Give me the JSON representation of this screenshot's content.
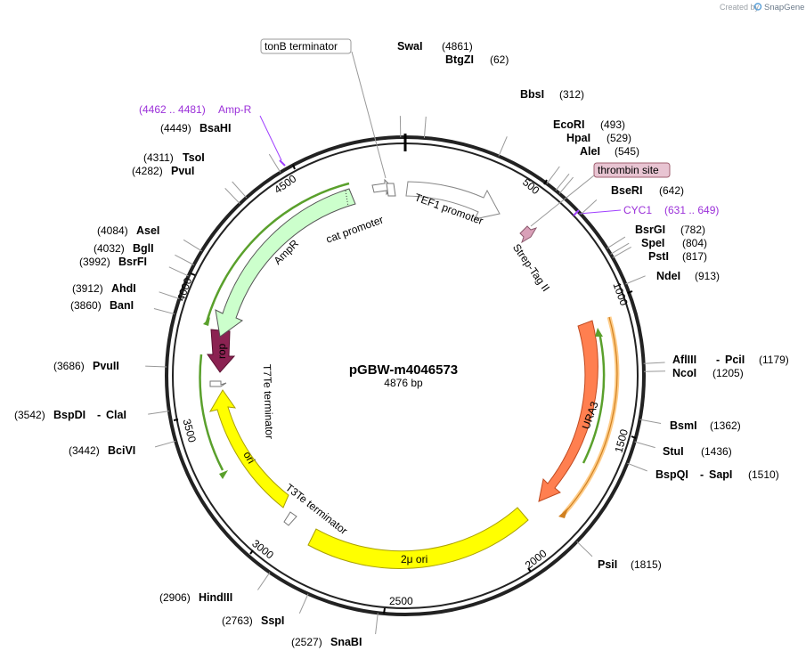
{
  "credit": {
    "prefix": "Created by",
    "brand": "SnapGene"
  },
  "plasmid": {
    "name": "pGBW-m4046573",
    "length_label": "4876 bp",
    "length_bp": 4876
  },
  "colors": {
    "backbone": "#222222",
    "yellow": "#ffff00",
    "orange": "#ff7f50",
    "light_green": "#ccffcc",
    "magenta": "#8b2252",
    "pink": "#d9a0b8",
    "primer": "#a040ff",
    "green_strand": "#5aa02c"
  },
  "scale": [
    {
      "bp": 500,
      "label": "500"
    },
    {
      "bp": 1000,
      "label": "1000"
    },
    {
      "bp": 1500,
      "label": "1500"
    },
    {
      "bp": 2000,
      "label": "2000"
    },
    {
      "bp": 2500,
      "label": "2500"
    },
    {
      "bp": 3000,
      "label": "3000"
    },
    {
      "bp": 3500,
      "label": "3500"
    },
    {
      "bp": 4000,
      "label": "4000"
    },
    {
      "bp": 4500,
      "label": "4500"
    }
  ],
  "sites": [
    {
      "name": "SwaI",
      "pos": "(4861)",
      "bp": 4861
    },
    {
      "name": "BtgZI",
      "pos": "(62)",
      "bp": 62
    },
    {
      "name": "BbsI",
      "pos": "(312)",
      "bp": 312
    },
    {
      "name": "EcoRI",
      "pos": "(493)",
      "bp": 493
    },
    {
      "name": "HpaI",
      "pos": "(529)",
      "bp": 529
    },
    {
      "name": "AleI",
      "pos": "(545)",
      "bp": 545
    },
    {
      "name": "BseRI",
      "pos": "(642)",
      "bp": 642
    },
    {
      "name": "BsrGI",
      "pos": "(782)",
      "bp": 782
    },
    {
      "name": "SpeI",
      "pos": "(804)",
      "bp": 804
    },
    {
      "name": "PstI",
      "pos": "(817)",
      "bp": 817
    },
    {
      "name": "NdeI",
      "pos": "(913)",
      "bp": 913
    },
    {
      "name": "AflIII",
      "name2": "PciI",
      "pos": "(1179)",
      "bp": 1179
    },
    {
      "name": "NcoI",
      "pos": "(1205)",
      "bp": 1205
    },
    {
      "name": "BsmI",
      "pos": "(1362)",
      "bp": 1362
    },
    {
      "name": "StuI",
      "pos": "(1436)",
      "bp": 1436
    },
    {
      "name": "BspQI",
      "name2": "SapI",
      "pos": "(1510)",
      "bp": 1510
    },
    {
      "name": "PsiI",
      "pos": "(1815)",
      "bp": 1815
    },
    {
      "name": "SnaBI",
      "pos": "(2527)",
      "bp": 2527
    },
    {
      "name": "SspI",
      "pos": "(2763)",
      "bp": 2763
    },
    {
      "name": "HindIII",
      "pos": "(2906)",
      "bp": 2906
    },
    {
      "name": "BciVI",
      "pos": "(3442)",
      "bp": 3442
    },
    {
      "name": "BspDI",
      "name2": "ClaI",
      "pos": "(3542)",
      "bp": 3542
    },
    {
      "name": "PvuII",
      "pos": "(3686)",
      "bp": 3686
    },
    {
      "name": "BanI",
      "pos": "(3860)",
      "bp": 3860
    },
    {
      "name": "AhdI",
      "pos": "(3912)",
      "bp": 3912
    },
    {
      "name": "BsrFI",
      "pos": "(3992)",
      "bp": 3992
    },
    {
      "name": "BglI",
      "pos": "(4032)",
      "bp": 4032
    },
    {
      "name": "AseI",
      "pos": "(4084)",
      "bp": 4084
    },
    {
      "name": "PvuI",
      "pos": "(4282)",
      "bp": 4282
    },
    {
      "name": "TsoI",
      "pos": "(4311)",
      "bp": 4311
    },
    {
      "name": "BsaHI",
      "pos": "(4449)",
      "bp": 4449
    }
  ],
  "primers": [
    {
      "name": "CYC1",
      "pos": "(631 .. 649)",
      "bp_start": 631,
      "bp_end": 649
    },
    {
      "name": "Amp-R",
      "pos": "(4462 .. 4481)",
      "bp_start": 4462,
      "bp_end": 4481
    }
  ],
  "features": [
    {
      "name": "TEF1 promoter",
      "start": 45,
      "end": 420,
      "color": "#ffffff",
      "kind": "arrow"
    },
    {
      "name": "Strep-Tag II",
      "start": 655,
      "end": 680,
      "color": "#d9a0b8",
      "kind": "arrow"
    },
    {
      "name": "URA3",
      "start": 1040,
      "end": 1840,
      "color": "#ff7f50",
      "kind": "arrow"
    },
    {
      "name": "2μ ori",
      "start": 1950,
      "end": 2810,
      "color": "#ffff00",
      "kind": "box"
    },
    {
      "name": "T3Te terminator",
      "start": 2890,
      "end": 2920,
      "color": "#ffffff",
      "kind": "arrow"
    },
    {
      "name": "ori",
      "start": 3040,
      "end": 3620,
      "color": "#ffff00",
      "kind": "arrow"
    },
    {
      "name": "T7Te terminator",
      "start": 3680,
      "end": 3710,
      "color": "#ffffff",
      "kind": "arrow"
    },
    {
      "name": "rop",
      "start": 3780,
      "end": 3850,
      "color": "#8b2252",
      "kind": "arrow"
    },
    {
      "name": "AmpR",
      "start": 3930,
      "end": 4560,
      "color": "#ccffcc",
      "kind": "arrow"
    },
    {
      "name": "cat promoter",
      "start": 4570,
      "end": 4770,
      "color": "#ccffcc",
      "kind": "arrow"
    },
    {
      "name": "tonB terminator",
      "start": 4800,
      "end": 4840,
      "color": "#ffffff",
      "kind": "arrow"
    }
  ],
  "boxed_labels": [
    {
      "name": "tonB terminator"
    },
    {
      "name": "thrombin site"
    }
  ]
}
